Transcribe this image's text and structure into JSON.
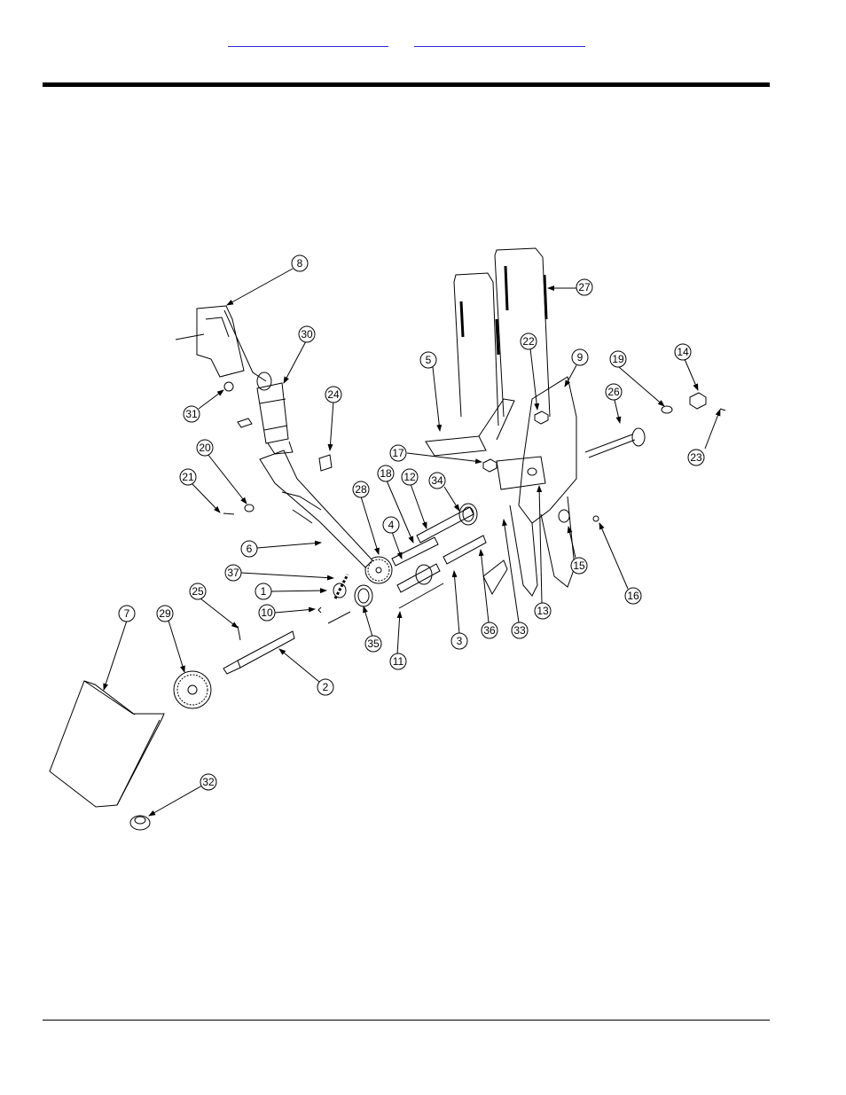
{
  "header": {
    "links": [
      "",
      ""
    ]
  },
  "callouts": [
    {
      "id": "c8",
      "label": "8"
    },
    {
      "id": "c30",
      "label": "30"
    },
    {
      "id": "c27",
      "label": "27"
    },
    {
      "id": "c22",
      "label": "22"
    },
    {
      "id": "c9",
      "label": "9"
    },
    {
      "id": "c19",
      "label": "19"
    },
    {
      "id": "c14",
      "label": "14"
    },
    {
      "id": "c5",
      "label": "5"
    },
    {
      "id": "c26",
      "label": "26"
    },
    {
      "id": "c23",
      "label": "23"
    },
    {
      "id": "c24",
      "label": "24"
    },
    {
      "id": "c31",
      "label": "31"
    },
    {
      "id": "c20",
      "label": "20"
    },
    {
      "id": "c17",
      "label": "17"
    },
    {
      "id": "c21",
      "label": "21"
    },
    {
      "id": "c18",
      "label": "18"
    },
    {
      "id": "c12",
      "label": "12"
    },
    {
      "id": "c34",
      "label": "34"
    },
    {
      "id": "c28",
      "label": "28"
    },
    {
      "id": "c6",
      "label": "6"
    },
    {
      "id": "c4",
      "label": "4"
    },
    {
      "id": "c15",
      "label": "15"
    },
    {
      "id": "c37",
      "label": "37"
    },
    {
      "id": "c16",
      "label": "16"
    },
    {
      "id": "c1",
      "label": "1"
    },
    {
      "id": "c25",
      "label": "25"
    },
    {
      "id": "c13",
      "label": "13"
    },
    {
      "id": "c10",
      "label": "10"
    },
    {
      "id": "c7",
      "label": "7"
    },
    {
      "id": "c29",
      "label": "29"
    },
    {
      "id": "c36",
      "label": "36"
    },
    {
      "id": "c33",
      "label": "33"
    },
    {
      "id": "c3",
      "label": "3"
    },
    {
      "id": "c35",
      "label": "35"
    },
    {
      "id": "c11",
      "label": "11"
    },
    {
      "id": "c2",
      "label": "2"
    },
    {
      "id": "c32",
      "label": "32"
    }
  ]
}
